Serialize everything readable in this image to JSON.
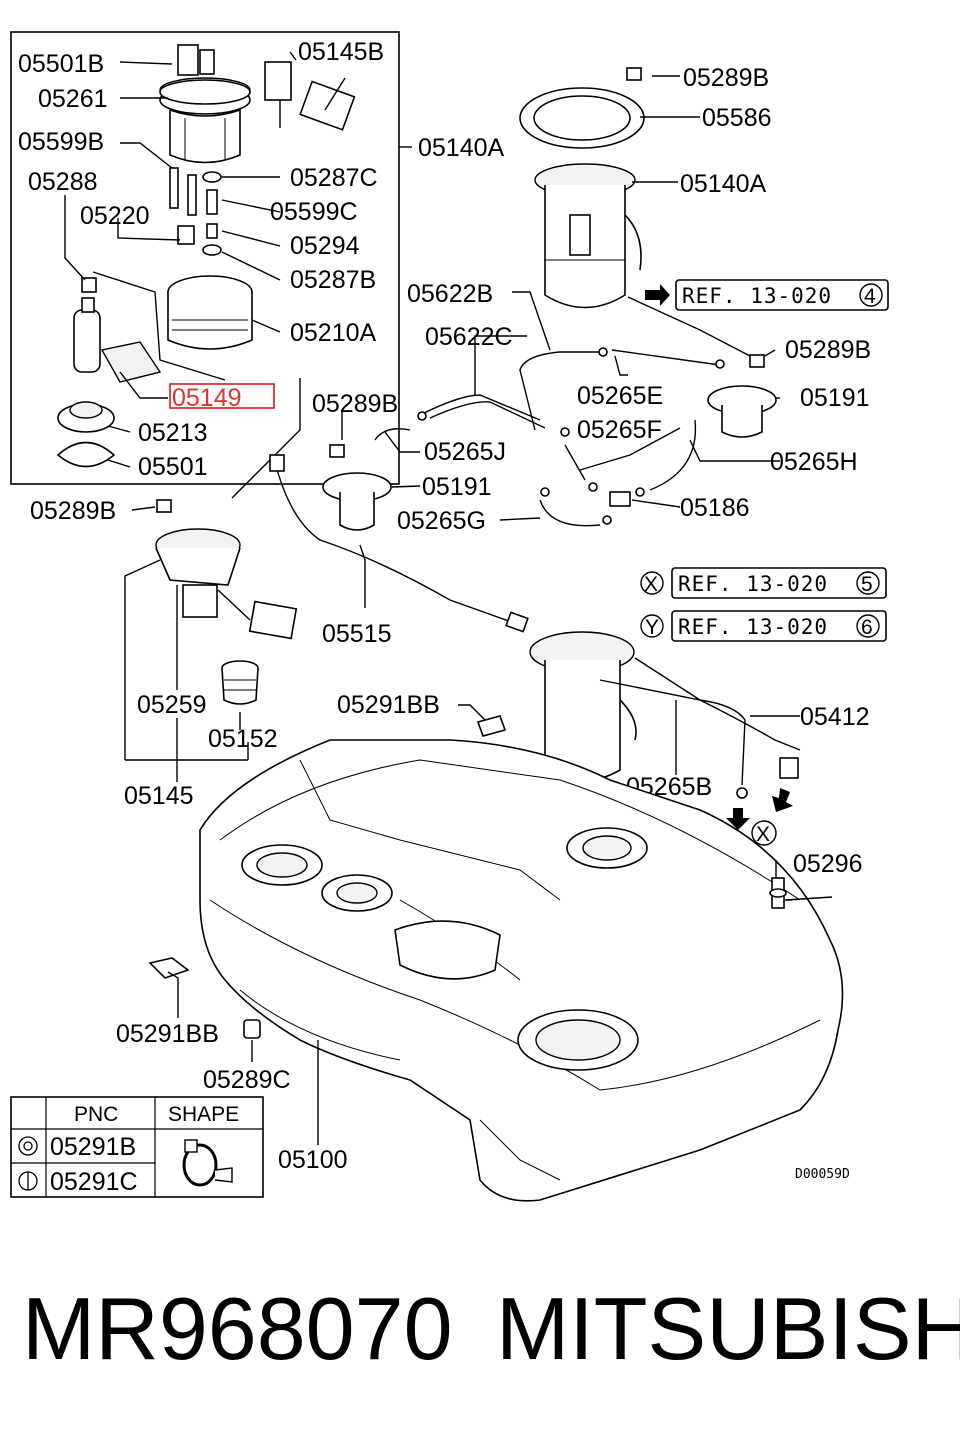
{
  "callouts": {
    "c05501B": "05501B",
    "c05261": "05261",
    "c05599B": "05599B",
    "c05288": "05288",
    "c05220": "05220",
    "c05145B": "05145B",
    "c05287C": "05287C",
    "c05599C": "05599C",
    "c05294": "05294",
    "c05287B": "05287B",
    "c05210A": "05210A",
    "c05149": "05149",
    "c05213": "05213",
    "c05501": "05501",
    "c05140A_box": "05140A",
    "c05289B_a": "05289B",
    "c05586": "05586",
    "c05140A": "05140A",
    "c05622B": "05622B",
    "c05622C": "05622C",
    "c05289B_b": "05289B",
    "c05265E": "05265E",
    "c05191_a": "05191",
    "c05289B_c": "05289B",
    "c05265F": "05265F",
    "c05265J": "05265J",
    "c05265H": "05265H",
    "c05191_b": "05191",
    "c05186": "05186",
    "c05265G": "05265G",
    "c05289B_d": "05289B",
    "c05515": "05515",
    "c05259": "05259",
    "c05152": "05152",
    "c05145": "05145",
    "c05291BB_a": "05291BB",
    "c05412": "05412",
    "c05265B": "05265B",
    "c05296": "05296",
    "c05291BB_b": "05291BB",
    "c05289C": "05289C",
    "c05100": "05100"
  },
  "references": {
    "ref4": {
      "text": "REF. 13-020",
      "num": "4"
    },
    "ref5": {
      "text": "REF. 13-020",
      "num": "5",
      "marker": "X"
    },
    "ref6": {
      "text": "REF. 13-020",
      "num": "6",
      "marker": "Y"
    }
  },
  "connector_markers": {
    "x": "X",
    "y": "Y"
  },
  "pnc_table": {
    "header_pnc": "PNC",
    "header_shape": "SHAPE",
    "row1": "05291B",
    "row2": "05291C"
  },
  "drawing_code": "D00059D",
  "footer": {
    "part_number": "MR968070",
    "brand": "MITSUBISHI"
  },
  "highlight_color": "#d33333"
}
